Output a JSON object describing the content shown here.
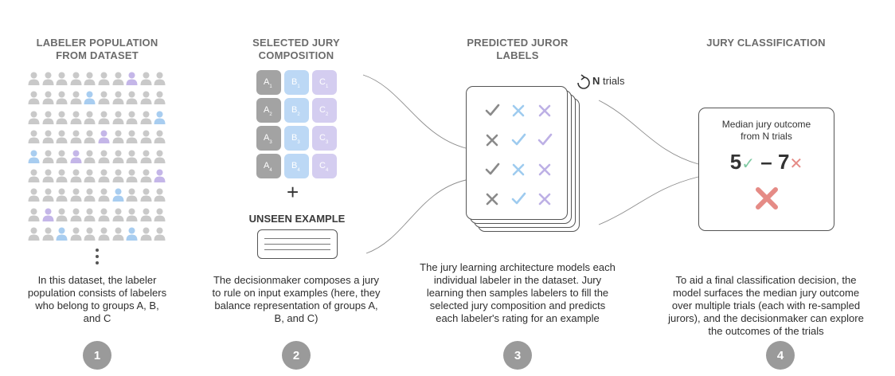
{
  "panels": [
    {
      "title_lines": [
        "LABELER POPULATION",
        "FROM DATASET"
      ],
      "caption_lines": [
        "In this dataset, the labeler",
        "population consists of labelers",
        "who belong to groups A, B,",
        "and C"
      ],
      "step": "1"
    },
    {
      "title_lines": [
        "SELECTED JURY",
        "COMPOSITION"
      ],
      "caption_lines": [
        "The decisionmaker composes a jury",
        "to rule on input examples (here, they",
        "balance representation of groups A,",
        "B, and C)"
      ],
      "step": "2"
    },
    {
      "title_lines": [
        "PREDICTED JUROR",
        "LABELS"
      ],
      "caption_lines": [
        "The jury learning architecture models each",
        "individual labeler in the dataset. Jury",
        "learning then samples labelers to fill the",
        "selected jury composition and predicts",
        "each labeler's rating for an example"
      ],
      "step": "3"
    },
    {
      "title_lines": [
        "JURY CLASSIFICATION"
      ],
      "caption_lines": [
        "To aid a final classification decision, the",
        "model surfaces the median jury outcome",
        "over multiple trials (each with re-sampled",
        "jurors), and the decisionmaker can explore",
        "the outcomes of the trials"
      ],
      "step": "4"
    }
  ],
  "population_grid": [
    "gggggggpgg",
    "ggggbggggg",
    "gggggggggb",
    "gggggpgggg",
    "bggpgggggg",
    "gggggggggp",
    "ggggggbggg",
    "gpgggggggg",
    "ggbggggbgg"
  ],
  "jury": {
    "columns": [
      "A",
      "B",
      "C"
    ],
    "rows": [
      "1",
      "2",
      "3",
      "4"
    ],
    "unseen_label": "UNSEEN EXAMPLE",
    "plus_symbol": "+"
  },
  "predictions": {
    "trials_var": "N",
    "trials_word": " trials",
    "grid": [
      [
        "check-gray",
        "x-blue",
        "x-purple"
      ],
      [
        "x-gray",
        "check-blue",
        "check-purple"
      ],
      [
        "check-gray",
        "x-blue",
        "x-purple"
      ],
      [
        "x-gray",
        "check-blue",
        "x-purple"
      ]
    ]
  },
  "classification": {
    "description_lines": [
      "Median jury outcome",
      "from N trials"
    ],
    "positive_count": "5",
    "dash": "–",
    "negative_count": "7",
    "result": "negative"
  },
  "colors": {
    "group_a": "#a3a3a3",
    "group_b": "#bcd8f5",
    "group_c": "#d4cdf0",
    "person_gray": "#c9c9c9",
    "person_blue": "#a8cdf0",
    "person_purple": "#c4b6e8",
    "mark_gray": "#8a8a8a",
    "mark_blue": "#9ecbef",
    "mark_purple": "#bdb0e5",
    "check_green": "#7fc9a2",
    "x_red": "#e58b86",
    "step_circle": "#9a9a9a"
  }
}
